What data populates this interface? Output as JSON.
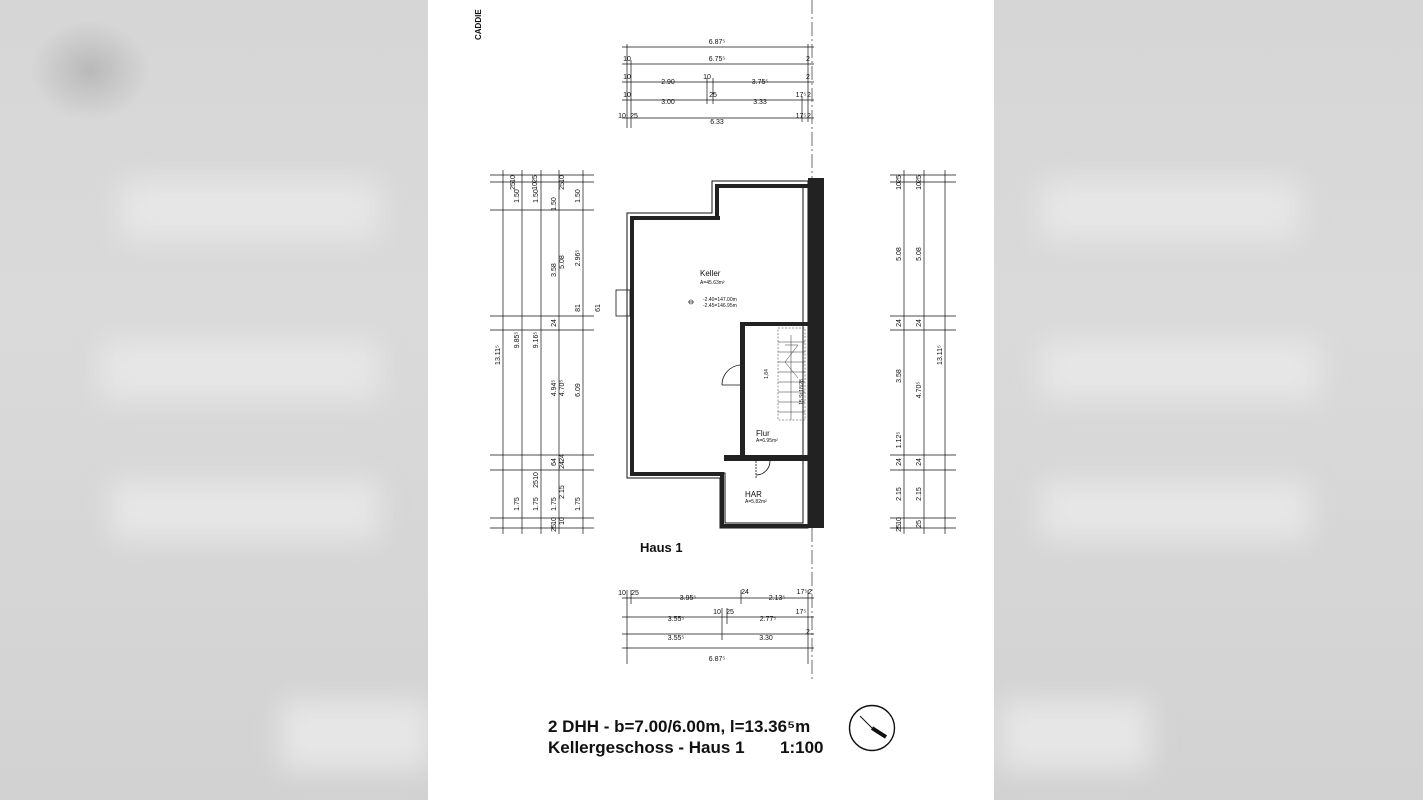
{
  "sheet": {
    "logo_text": "CADDIE",
    "house_label": "Haus 1",
    "title_line1": "2 DHH - b=7.00/6.00m, l=13.36⁵m",
    "title_line2_left": "Kellergeschoss - Haus 1",
    "title_line2_right": "1:100"
  },
  "rooms": {
    "keller_name": "Keller",
    "keller_area": "A=45.63m²",
    "level_top": "-2.40=147.00m",
    "level_bottom": "-2.45=146.95m",
    "flur_name": "Flur",
    "flur_area": "A=6.95m²",
    "har_name": "HAR",
    "har_area": "A=5.82m²"
  },
  "dims_top": {
    "row1": [
      "6.87⁵"
    ],
    "row2": [
      "10",
      "6.75⁵",
      "2"
    ],
    "row3": [
      "10",
      "2.90",
      "10",
      "3.75⁵",
      "2"
    ],
    "row4": [
      "10",
      "3.00",
      "25",
      "3.33",
      "17⁵",
      "2"
    ],
    "row5": [
      "10",
      "25",
      "6.33",
      "17⁵",
      "2"
    ]
  },
  "dims_bottom": {
    "row1": [
      "10",
      "25",
      "3.95⁵",
      "24",
      "2.13⁵",
      "17⁵",
      "2"
    ],
    "row2": [
      "3.55⁵",
      "10",
      "25",
      "2.77⁵",
      "17⁵"
    ],
    "row3": [
      "3.55⁵",
      "3.30",
      "2"
    ],
    "row4": [
      "6.87⁵"
    ]
  },
  "dims_left": {
    "col1": [
      "13.11⁵"
    ],
    "col2": [
      "1.50",
      "9.85⁵",
      "1.75"
    ],
    "col3": [
      "10",
      "25",
      "1.50",
      "9.16⁵",
      "10",
      "25",
      "1.75"
    ],
    "col4": [
      "25",
      "10",
      "1.50",
      "3.58",
      "24",
      "4.94⁵",
      "64",
      "1.75",
      "10",
      "25"
    ],
    "col5": [
      "10",
      "25",
      "5.08",
      "81",
      "24",
      "4.70⁵",
      "24",
      "2.15",
      "10"
    ],
    "col6": [
      "1.50",
      "2.96⁵",
      "61",
      "6.09",
      "1.75"
    ]
  },
  "dims_right": {
    "col1": [
      "25",
      "10",
      "5.08",
      "24",
      "3.58",
      "1.12⁵",
      "24",
      "2.15",
      "10",
      "25"
    ],
    "col2": [
      "25",
      "10",
      "5.08",
      "24",
      "4.70⁵",
      "24",
      "2.15",
      "25"
    ],
    "col3": [
      "13.11⁵"
    ]
  },
  "stair_labels": [
    "1,84",
    "15 St 18/28"
  ]
}
